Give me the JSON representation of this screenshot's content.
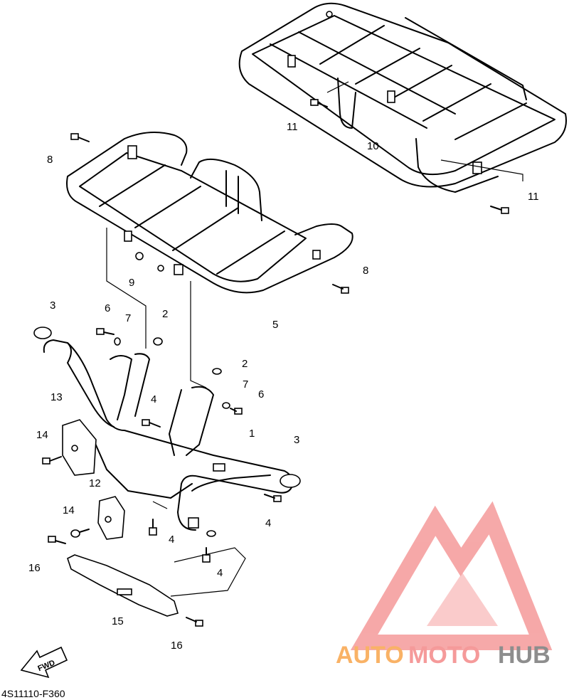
{
  "diagram_code": "4S11110-F360",
  "fwd_label": "FWD",
  "watermark": {
    "part1": "AUTO",
    "part2": "MOTO",
    "part3": "HUB",
    "colors": {
      "logo": "#f59a9a",
      "auto": "#f9b266",
      "moto": "#f59a9a",
      "hub": "#8d8d8d"
    }
  },
  "callouts": [
    "1",
    "2",
    "2",
    "3",
    "3",
    "4",
    "4",
    "4",
    "4",
    "5",
    "6",
    "6",
    "7",
    "7",
    "8",
    "8",
    "9",
    "10",
    "11",
    "11",
    "12",
    "13",
    "14",
    "14",
    "15",
    "16",
    "16"
  ]
}
